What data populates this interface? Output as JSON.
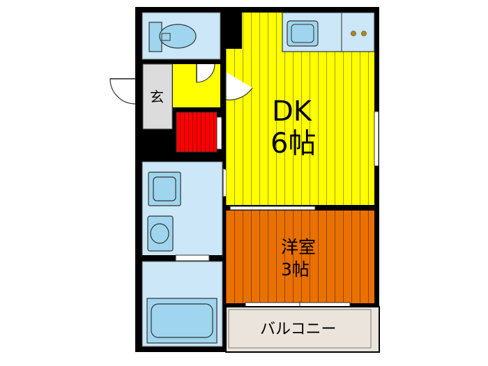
{
  "rooms": {
    "dk": {
      "name": "DK",
      "size": "6帖",
      "color": "#ffff00"
    },
    "western": {
      "name": "洋室",
      "size": "3帖",
      "color": "#ea7000"
    },
    "balcony": {
      "name": "バルコニー",
      "color": "#ebe4dc"
    },
    "entrance": {
      "name": "玄",
      "color": "#dcdcdc"
    }
  },
  "colors": {
    "wall": "#000000",
    "wet_area": "#cbe7f8",
    "fixture": "#9fd5ee",
    "hall": "#ffff00",
    "storage": "#ff0000"
  },
  "icons": [
    "toilet-icon",
    "sink-icon",
    "washbasin-icon",
    "bathtub-icon",
    "stove-icon",
    "door-swing-icon"
  ]
}
